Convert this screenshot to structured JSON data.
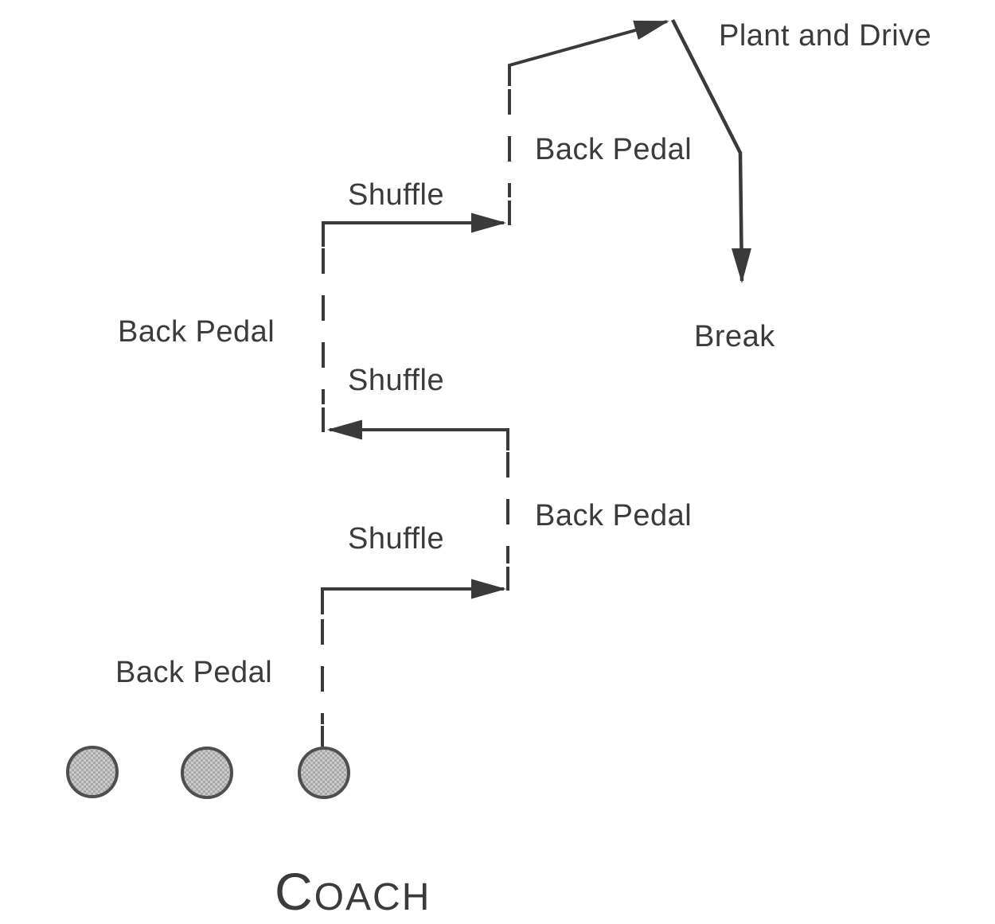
{
  "drill": {
    "steps": {
      "back_pedal_1": "Back Pedal",
      "shuffle_1": "Shuffle",
      "back_pedal_2": "Back Pedal",
      "shuffle_2": "Shuffle",
      "back_pedal_3": "Back Pedal",
      "shuffle_3": "Shuffle",
      "back_pedal_4": "Back Pedal",
      "plant_and_drive": "Plant and Drive",
      "break": "Break"
    },
    "coach": {
      "initial": "C",
      "rest": "OACH"
    },
    "players": {
      "count": 3
    }
  },
  "colors": {
    "line": "#3a3a3a",
    "text": "#3b3b3b",
    "player_fill": "#c9c9c9",
    "player_hatch": "#a9a9a9",
    "player_border": "#4f4f4f"
  }
}
